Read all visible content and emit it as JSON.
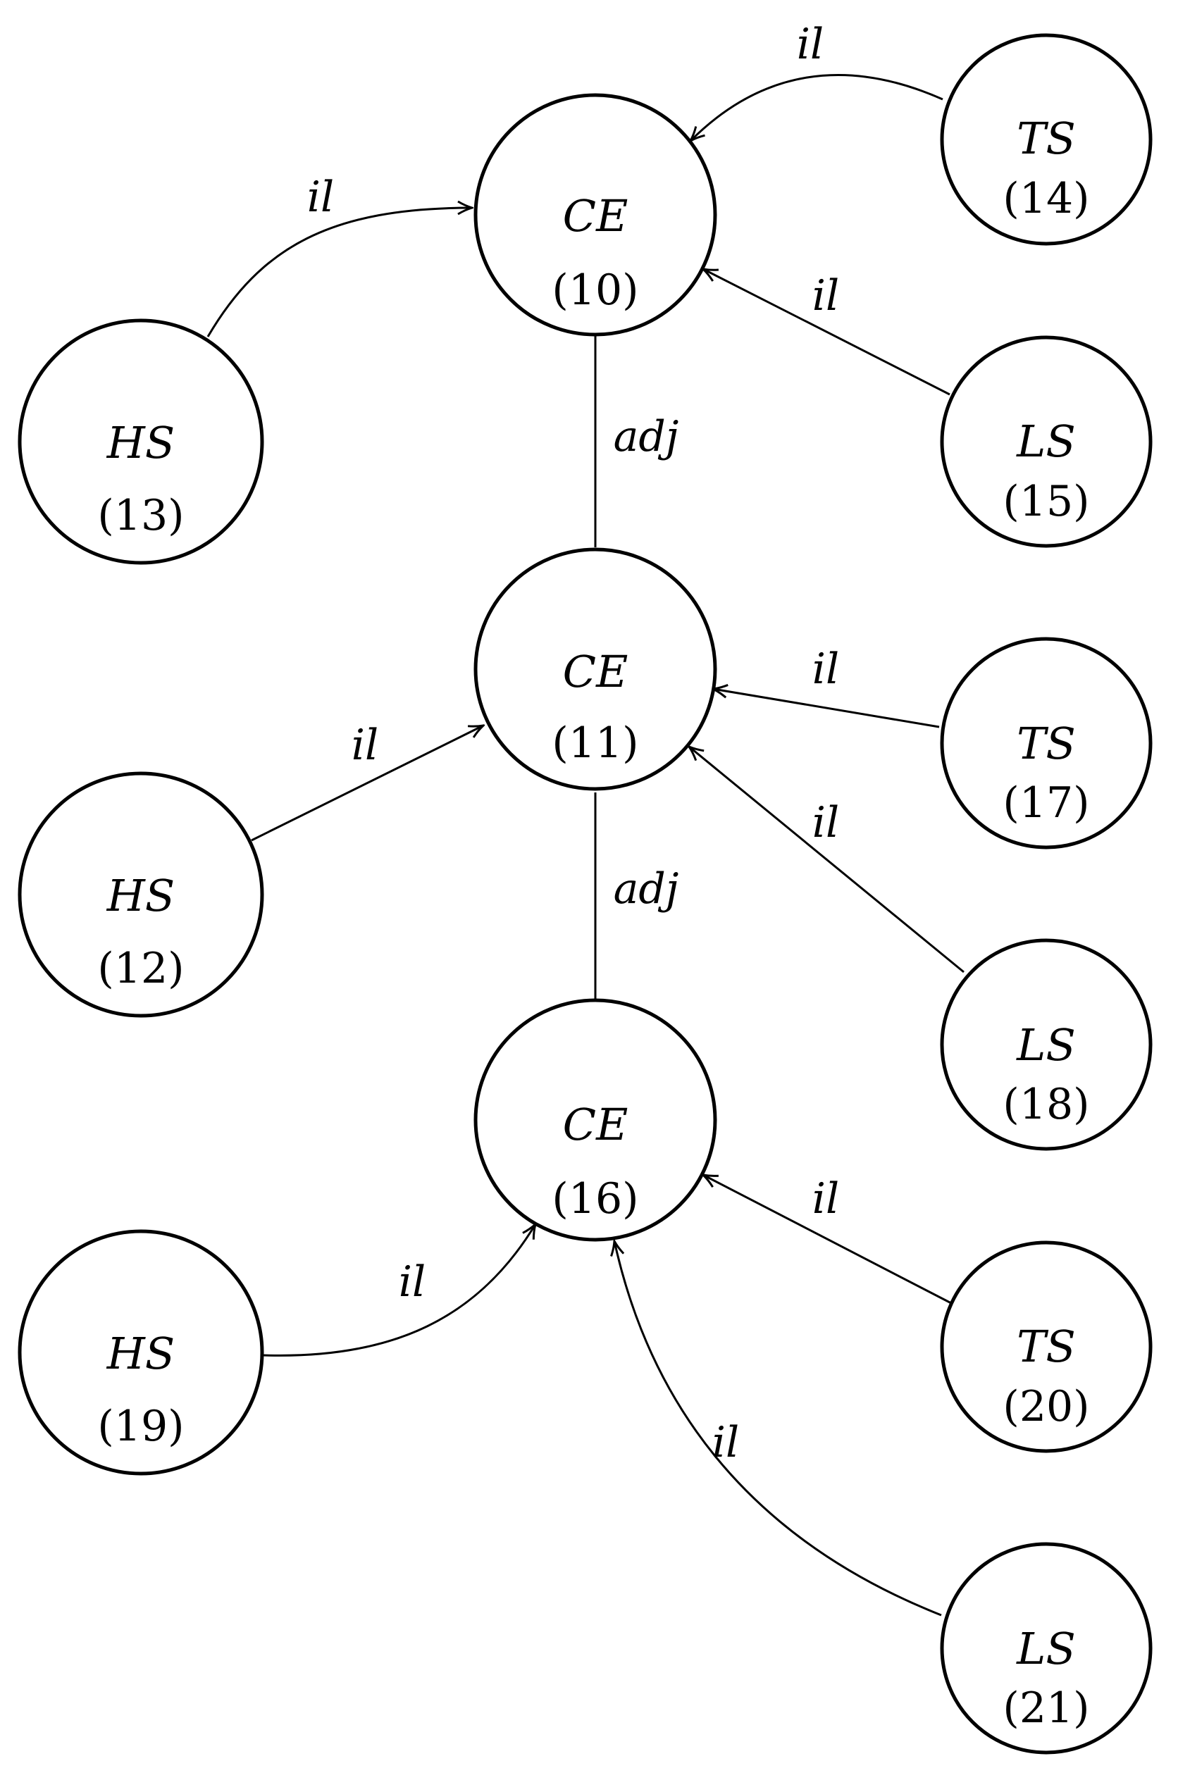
{
  "nodes": [
    {
      "id": "n10",
      "type": "CE",
      "label": "(10)"
    },
    {
      "id": "n11",
      "type": "CE",
      "label": "(11)"
    },
    {
      "id": "n16",
      "type": "CE",
      "label": "(16)"
    },
    {
      "id": "n13",
      "type": "HS",
      "label": "(13)"
    },
    {
      "id": "n12",
      "type": "HS",
      "label": "(12)"
    },
    {
      "id": "n19",
      "type": "HS",
      "label": "(19)"
    },
    {
      "id": "n14",
      "type": "TS",
      "label": "(14)"
    },
    {
      "id": "n15",
      "type": "LS",
      "label": "(15)"
    },
    {
      "id": "n17",
      "type": "TS",
      "label": "(17)"
    },
    {
      "id": "n18",
      "type": "LS",
      "label": "(18)"
    },
    {
      "id": "n20",
      "type": "TS",
      "label": "(20)"
    },
    {
      "id": "n21",
      "type": "LS",
      "label": "(21)"
    }
  ],
  "edges": [
    {
      "id": "e13-10",
      "from": "(13)",
      "to": "(10)",
      "label": "il",
      "directed": true
    },
    {
      "id": "e14-10",
      "from": "(14)",
      "to": "(10)",
      "label": "il",
      "directed": true
    },
    {
      "id": "e15-10",
      "from": "(15)",
      "to": "(10)",
      "label": "il",
      "directed": true
    },
    {
      "id": "e10-11",
      "from": "(10)",
      "to": "(11)",
      "label": "adj",
      "directed": false
    },
    {
      "id": "e12-11",
      "from": "(12)",
      "to": "(11)",
      "label": "il",
      "directed": true
    },
    {
      "id": "e17-11",
      "from": "(17)",
      "to": "(11)",
      "label": "il",
      "directed": true
    },
    {
      "id": "e18-11",
      "from": "(18)",
      "to": "(11)",
      "label": "il",
      "directed": true
    },
    {
      "id": "e11-16",
      "from": "(11)",
      "to": "(16)",
      "label": "adj",
      "directed": false
    },
    {
      "id": "e19-16",
      "from": "(19)",
      "to": "(16)",
      "label": "il",
      "directed": true
    },
    {
      "id": "e20-16",
      "from": "(20)",
      "to": "(16)",
      "label": "il",
      "directed": true
    },
    {
      "id": "e21-16",
      "from": "(21)",
      "to": "(16)",
      "label": "il",
      "directed": true
    }
  ]
}
